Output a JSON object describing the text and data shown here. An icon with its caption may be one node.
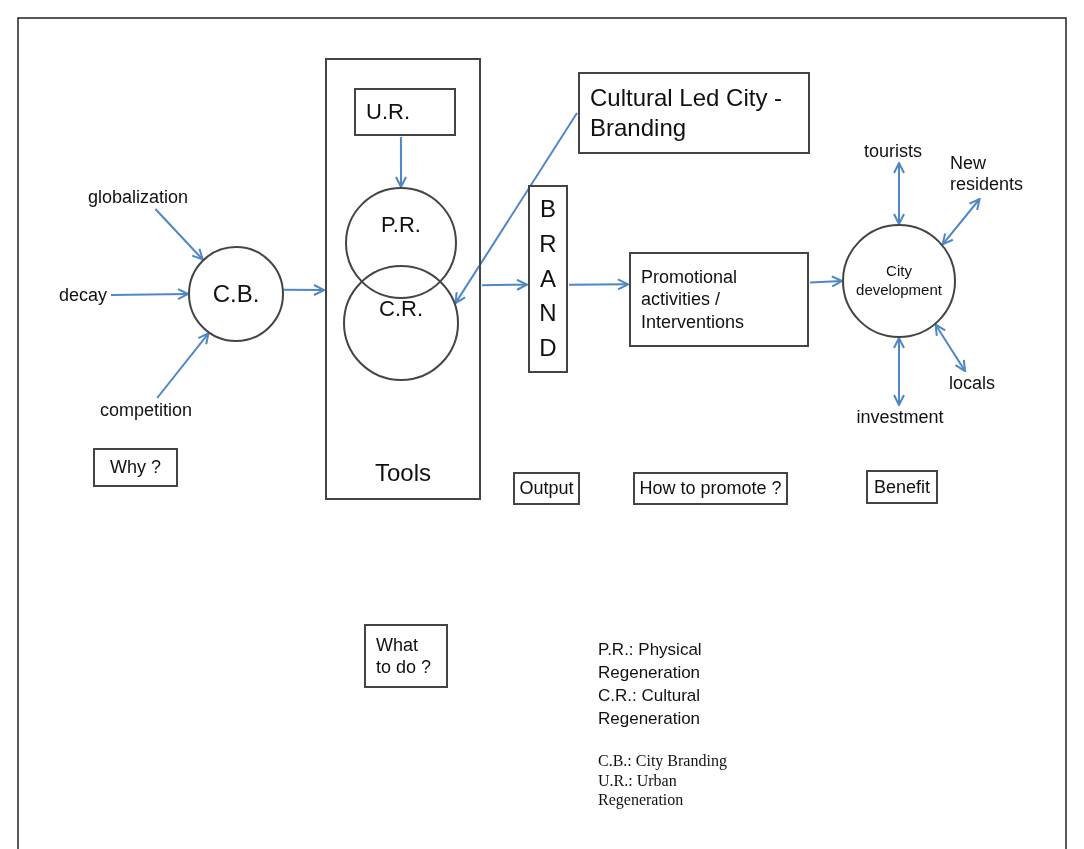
{
  "diagram": {
    "nodes": [
      {
        "text": [
          "globalization"
        ]
      },
      {
        "text": [
          "decay"
        ]
      },
      {
        "text": [
          "competition"
        ]
      },
      {
        "text": [
          "C.B."
        ]
      },
      {
        "text": [
          "Tools"
        ]
      },
      {
        "text": [
          "U.R."
        ],
        "in": 4
      },
      {
        "text": [
          "P.R."
        ],
        "in": 4
      },
      {
        "text": [
          "C.R."
        ],
        "in": 4
      },
      {
        "text": [
          "Cultural Led City - Branding"
        ]
      },
      {
        "text": [
          "BRAND"
        ]
      },
      {
        "text": [
          "Promotional activities / Interventions"
        ]
      },
      {
        "text": [
          "City development"
        ]
      },
      {
        "text": [
          "tourists"
        ]
      },
      {
        "text": [
          "New residents"
        ]
      },
      {
        "text": [
          "locals"
        ]
      },
      {
        "text": [
          "investment"
        ]
      },
      {
        "text": [
          "Why ?"
        ]
      },
      {
        "text": [
          "Output"
        ]
      },
      {
        "text": [
          "How to promote ?"
        ]
      },
      {
        "text": [
          "Benefit"
        ]
      },
      {
        "text": [
          "What to do ?"
        ]
      }
    ],
    "edges": [
      {
        "from": 0,
        "to": 3,
        "arrow": "to"
      },
      {
        "from": 1,
        "to": 3,
        "arrow": "to"
      },
      {
        "from": 2,
        "to": 3,
        "arrow": "to"
      },
      {
        "from": 3,
        "to": 4,
        "arrow": "to"
      },
      {
        "from": 5,
        "to": 6,
        "arrow": "to"
      },
      {
        "from": 8,
        "to": 7,
        "arrow": "to"
      },
      {
        "from": 4,
        "to": 9,
        "arrow": "to"
      },
      {
        "from": 9,
        "to": 10,
        "arrow": "to"
      },
      {
        "from": 10,
        "to": 11,
        "arrow": "to"
      },
      {
        "from": 11,
        "to": 12,
        "arrow": "both"
      },
      {
        "from": 11,
        "to": 13,
        "arrow": "both"
      },
      {
        "from": 11,
        "to": 14,
        "arrow": "both"
      },
      {
        "from": 11,
        "to": 15,
        "arrow": "both"
      }
    ],
    "labels": [
      "P.R.: Physical Regeneration",
      "C.R.: Cultural Regeneration",
      "C.B.: City Branding",
      "U.R.: Urban Regeneration"
    ]
  }
}
